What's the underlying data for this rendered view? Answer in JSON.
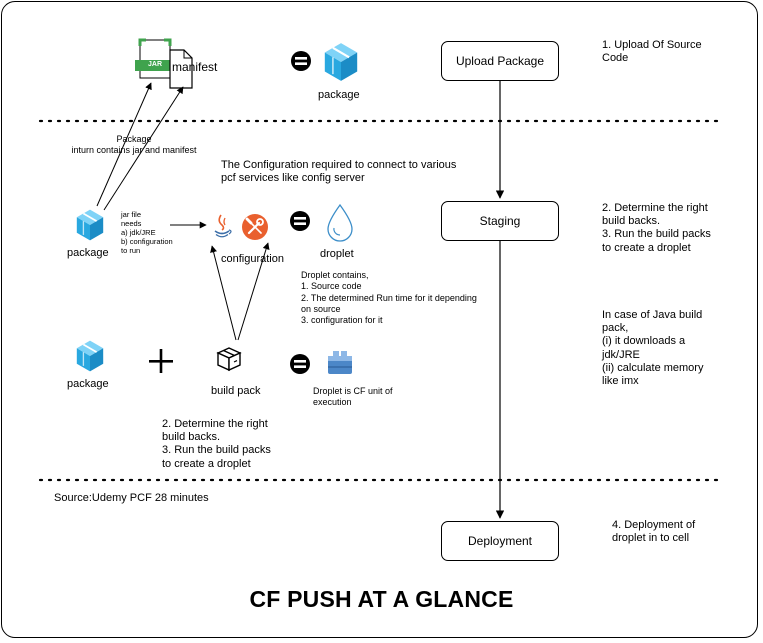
{
  "title": "CF PUSH AT A GLANCE",
  "flow": {
    "steps": [
      {
        "label": "Upload Package"
      },
      {
        "label": "Staging"
      },
      {
        "label": "Deployment"
      }
    ]
  },
  "notes": {
    "upload": "1. Upload Of Source\nCode",
    "staging": "2. Determine the right\nbuild backs.\n3. Run the build packs\nto create a droplet",
    "java": "In case of Java build\npack,\n(i)  it downloads a\njdk/JRE\n(ii) calculate memory\nlike imx",
    "deployment": "4. Deployment of\ndroplet in to cell"
  },
  "row1": {
    "jar_text": "JAR",
    "manifest_label": "manifest",
    "package_label": "package"
  },
  "row2": {
    "package_note": "Package\ninturn contains jar and manifest",
    "config_note": "The Configuration required to connect to various\npcf services like config server",
    "package_label": "package",
    "jar_needs": "jar file\nneeds\na) jdk/JRE\nb) configuration\nto run",
    "configuration_label": "configuration",
    "droplet_label": "droplet",
    "droplet_contains": "Droplet contains,\n1. Source code\n2. The determined Run time for it depending\non source\n3. configuration for it"
  },
  "row3": {
    "package_label": "package",
    "buildpack_label": "build pack",
    "droplet_unit": "Droplet is CF unit of\nexecution",
    "steps_note": "2. Determine the right\nbuild backs.\n3. Run the build packs\nto create a droplet"
  },
  "source": "Source:Udemy  PCF 28 minutes",
  "colors": {
    "package_blue": "#29A8E0",
    "package_light": "#7FD3F7",
    "config_orange": "#E9602E",
    "jar_green": "#3FA34D",
    "droplet_blue": "#3C8EC9",
    "lego_blue": "#4C87C8"
  }
}
